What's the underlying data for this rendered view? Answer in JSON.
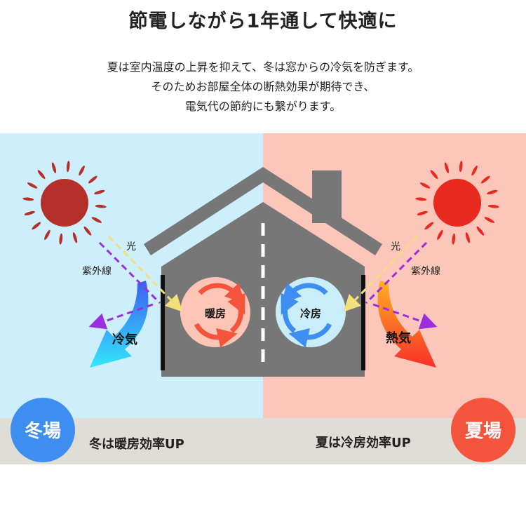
{
  "title": "節電しながら1年通して快適に",
  "description": [
    "夏は室内温度の上昇を抑えて、冬は窓からの冷気を防ぎます。",
    "そのためお部屋全体の断熱効果が期待でき、",
    "電気代の節約にも繋がります。"
  ],
  "winter": {
    "light_label": "光",
    "uv_label": "紫外線",
    "air_label": "冷気",
    "room_label": "暖房",
    "badge": "冬場",
    "caption": "冬は暖房効率UP"
  },
  "summer": {
    "light_label": "光",
    "uv_label": "紫外線",
    "air_label": "熱気",
    "room_label": "冷房",
    "badge": "夏場",
    "caption": "夏は冷房効率UP"
  },
  "colors": {
    "winter_bg": "#cdeefb",
    "summer_bg": "#fcc6ba",
    "band": "#deddd6",
    "house": "#777777",
    "winter_badge": "#3d8ef0",
    "summer_badge": "#f4543c",
    "winter_sun": "#b5302a",
    "summer_sun": "#e8291f"
  }
}
